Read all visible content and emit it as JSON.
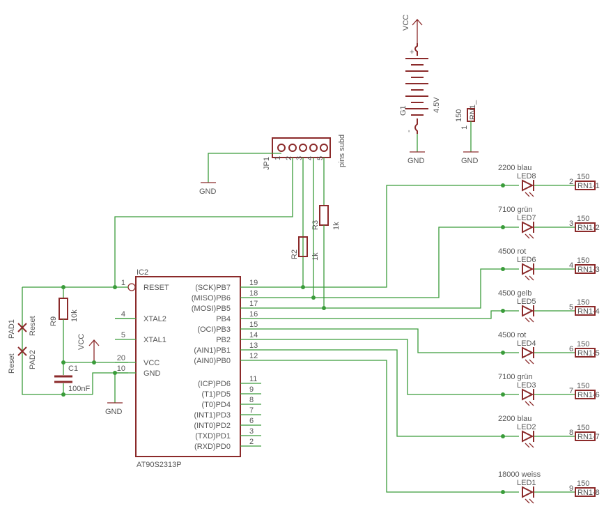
{
  "power": {
    "vcc": "VCC",
    "gnd": "GND"
  },
  "battery": {
    "name": "G1",
    "value": "4.5V",
    "plus": "+",
    "minus": "-"
  },
  "rn_top": {
    "name": "RN1_",
    "value": "150",
    "pin": "1"
  },
  "header": {
    "name": "JP1",
    "label": "pins subd",
    "pins": [
      "1",
      "2",
      "3",
      "4",
      "5"
    ]
  },
  "resistors": {
    "r2": {
      "name": "R2",
      "value": "1k"
    },
    "r3": {
      "name": "R3",
      "value": "1k"
    },
    "r9": {
      "name": "R9",
      "value": "10k"
    }
  },
  "capacitor": {
    "name": "C1",
    "value": "100nF"
  },
  "pads": [
    {
      "name": "PAD1",
      "label": "Reset"
    },
    {
      "name": "PAD2",
      "label": "Reset"
    }
  ],
  "ic": {
    "name": "IC2",
    "part": "AT90S2313P",
    "left_pins": [
      {
        "num": "1",
        "label": "RESET"
      },
      {
        "num": "4",
        "label": "XTAL2"
      },
      {
        "num": "5",
        "label": "XTAL1"
      },
      {
        "num": "20",
        "label": "VCC"
      },
      {
        "num": "10",
        "label": "GND"
      }
    ],
    "right_pins": [
      {
        "num": "19",
        "label": "(SCK)PB7"
      },
      {
        "num": "18",
        "label": "(MISO)PB6"
      },
      {
        "num": "17",
        "label": "(MOSI)PB5"
      },
      {
        "num": "16",
        "label": "PB4"
      },
      {
        "num": "15",
        "label": "(OCI)PB3"
      },
      {
        "num": "14",
        "label": "PB2"
      },
      {
        "num": "13",
        "label": "(AIN1)PB1"
      },
      {
        "num": "12",
        "label": "(AIN0)PB0"
      },
      {
        "num": "11",
        "label": "(ICP)PD6"
      },
      {
        "num": "9",
        "label": "(T1)PD5"
      },
      {
        "num": "8",
        "label": "(T0)PD4"
      },
      {
        "num": "7",
        "label": "(INT1)PD3"
      },
      {
        "num": "6",
        "label": "(INT0)PD2"
      },
      {
        "num": "3",
        "label": "(TXD)PD1"
      },
      {
        "num": "2",
        "label": "(RXD)PD0"
      }
    ]
  },
  "leds": [
    {
      "name": "LED8",
      "value": "2200 blau",
      "rn_pin": "2",
      "rn_label": "RN1-1",
      "rn_value": "150"
    },
    {
      "name": "LED7",
      "value": "7100 grün",
      "rn_pin": "3",
      "rn_label": "RN1-2",
      "rn_value": "150"
    },
    {
      "name": "LED6",
      "value": "4500 rot",
      "rn_pin": "4",
      "rn_label": "RN1-3",
      "rn_value": "150"
    },
    {
      "name": "LED5",
      "value": "4500 gelb",
      "rn_pin": "5",
      "rn_label": "RN1-4",
      "rn_value": "150"
    },
    {
      "name": "LED4",
      "value": "4500 rot",
      "rn_pin": "6",
      "rn_label": "RN1-5",
      "rn_value": "150"
    },
    {
      "name": "LED3",
      "value": "7100 grün",
      "rn_pin": "7",
      "rn_label": "RN1-6",
      "rn_value": "150"
    },
    {
      "name": "LED2",
      "value": "2200 blau",
      "rn_pin": "8",
      "rn_label": "RN1-7",
      "rn_value": "150"
    },
    {
      "name": "LED1",
      "value": "18000 weiss",
      "rn_pin": "9",
      "rn_label": "RN1-8",
      "rn_value": "150"
    }
  ]
}
